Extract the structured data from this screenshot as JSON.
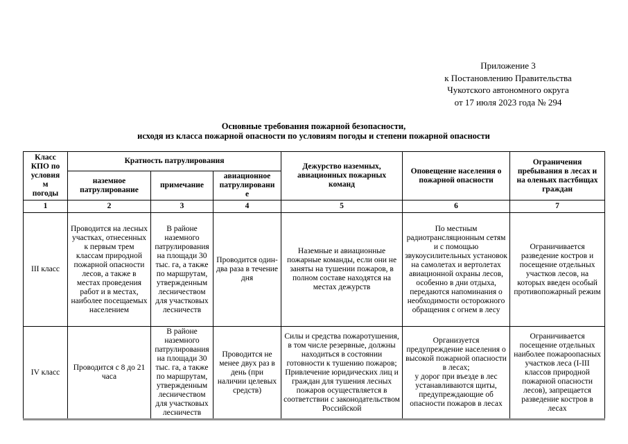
{
  "appendix": {
    "lines": [
      "Приложение 3",
      "к Постановлению Правительства",
      "Чукотского автономного округа",
      "от  17 июля  2023 года  №  294"
    ]
  },
  "title": {
    "lines": [
      "Основные требования пожарной безопасности,",
      "исходя из класса пожарной опасности по условиям погоды и степени пожарной опасности"
    ]
  },
  "table": {
    "col1_header": "Класс\nКПО по\nусловия\nм\nпогоды",
    "group_header": "Кратность патрулирования",
    "sub_headers": [
      "наземное\nпатрулирование",
      "примечание",
      "авиационное\nпатрулировани\nе"
    ],
    "col5_header": "Дежурство наземных,\nавиационных пожарных\nкоманд",
    "col6_header": "Оповещение населения о\nпожарной опасности",
    "col7_header": "Ограничения\nпребывания в лесах и\nна оленьих пастбищах\nграждан",
    "column_numbers": [
      "1",
      "2",
      "3",
      "4",
      "5",
      "6",
      "7"
    ],
    "rows": [
      {
        "cells": [
          "III класс",
          "Проводится на лесных участках, отнесенных к первым трем классам природной пожарной опасности лесов, а также в местах проведения работ и в местах, наиболее посещаемых населением",
          "В районе наземного патрулирования на площади 30 тыс. га, а также по маршрутам, утвержденным лесничеством для участковых лесничеств",
          "Проводится один-два раза в течение дня",
          "Наземные и авиационные пожарные команды, если они не заняты на тушении пожаров, в полном составе находятся на местах дежурств",
          "По местным радиотрансляционным сетям и с помощью звукоусилительных установок на самолетах и вертолетах авиационной охраны лесов, особенно в дни отдыха, передаются напоминания о необходимости осторожного обращения с огнем в лесу",
          "Ограничивается разведение костров и посещение отдельных участков лесов, на которых введен особый противопожарный режим"
        ]
      },
      {
        "cells": [
          "IV класс",
          "Проводится с 8 до 21 часа",
          "В районе наземного патрулирования на площади 30 тыс. га, а также по маршрутам, утвержденным лесничеством для участковых лесничеств",
          "Проводится не менее двух раз в день (при наличии целевых средств)",
          "Силы и средства пожаротушения, в том числе резервные, должны находиться в состоянии готовности к тушению пожаров;\nПривлечение юридических лиц и граждан для тушения лесных пожаров осуществляется в соответствии с законодательством Российской",
          "Организуется предупреждение населения о высокой пожарной опасности в лесах;\nу дорог при въезде в лес устанавливаются щиты, предупреждающие об опасности пожаров в лесах",
          "Ограничивается посещение отдельных наиболее пожароопасных участков леса (I-III классов природной пожарной опасности лесов), запрещается разведение костров в лесах"
        ]
      }
    ]
  }
}
